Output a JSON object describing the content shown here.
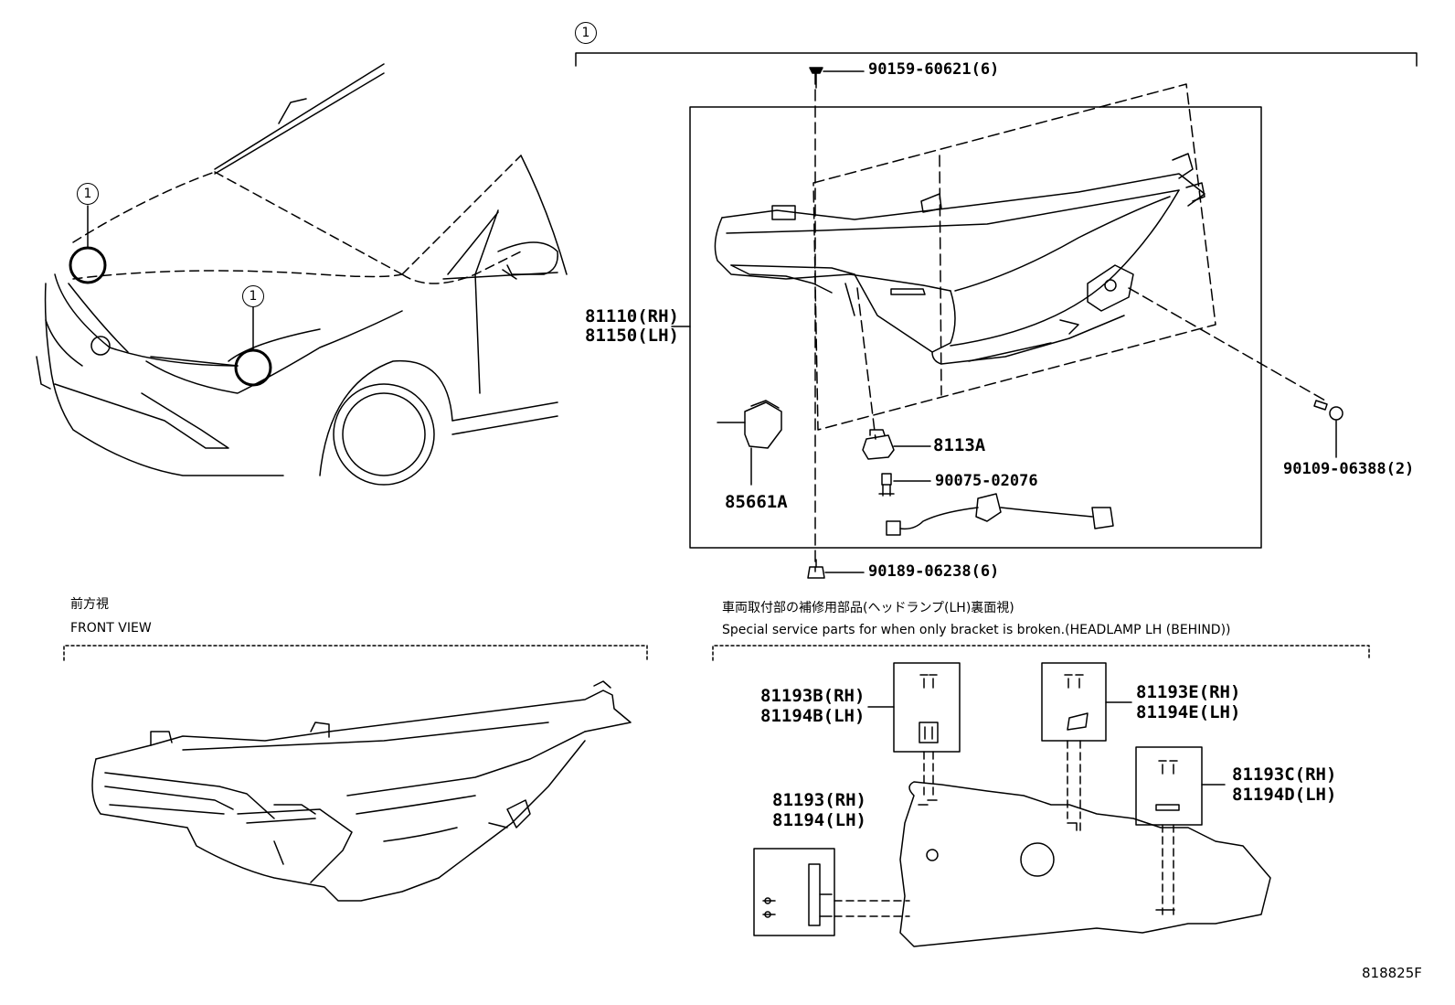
{
  "callout_number": "1",
  "front_view_label_jp": "前方視",
  "front_view_label_en": "FRONT VIEW",
  "service_note_jp": "車両取付部の補修用部品(ヘッドランプ(LH)裏面視)",
  "service_note_en": "Special service parts for when only bracket is broken.(HEADLAMP LH (BEHIND))",
  "parts": {
    "screw_top": "90159-60621(6)",
    "screw_bottom": "90189-06238(6)",
    "headlamp_rh": "81110(RH)",
    "headlamp_lh": "81150(LH)",
    "bulb_socket": "8113A",
    "screw_small": "90075-02076",
    "leveling_motor": "85661A",
    "bolt_right": "90109-06388(2)",
    "bracket_b_rh": "81193B(RH)",
    "bracket_b_lh": "81194B(LH)",
    "bracket_e_rh": "81193E(RH)",
    "bracket_e_lh": "81194E(LH)",
    "bracket_c_rh": "81193C(RH)",
    "bracket_d_lh": "81194D(LH)",
    "bracket_rh": "81193(RH)",
    "bracket_lh": "81194(LH)"
  },
  "illustration_id": "818825F"
}
